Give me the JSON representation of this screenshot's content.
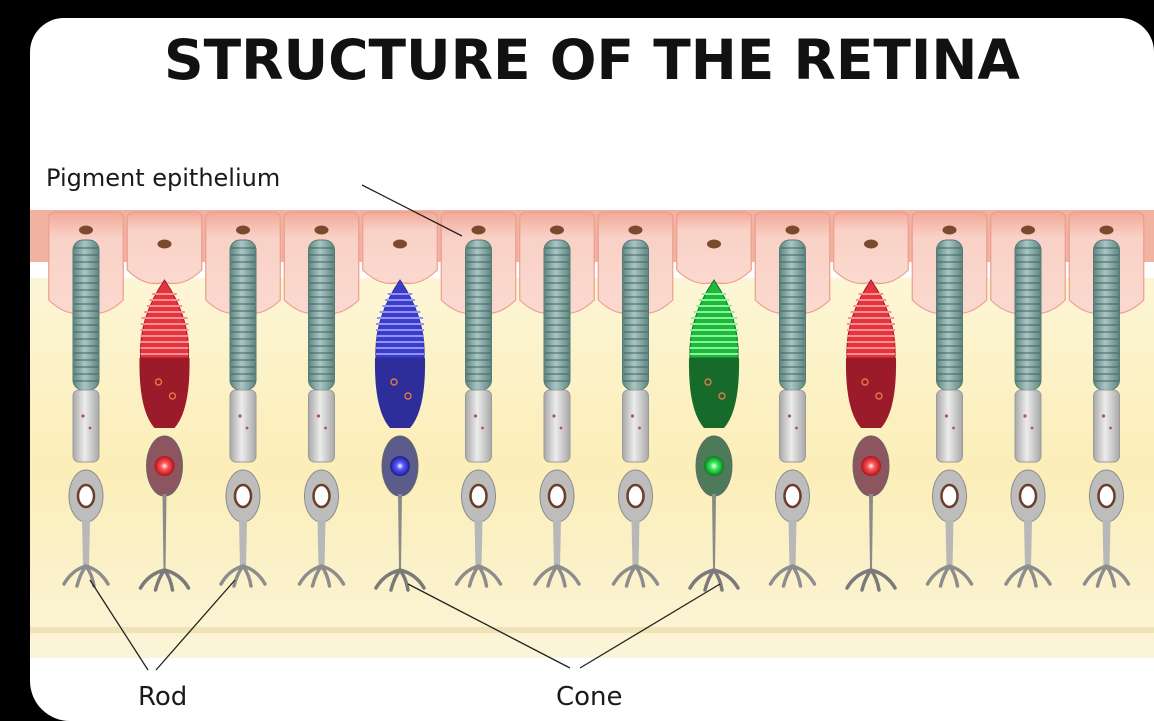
{
  "title": "STRUCTURE OF THE RETINA",
  "labels": {
    "pigment_epithelium": "Pigment epithelium",
    "rod": "Rod",
    "cone": "Cone"
  },
  "cells": [
    {
      "type": "rod"
    },
    {
      "type": "cone",
      "color": "red"
    },
    {
      "type": "rod"
    },
    {
      "type": "rod"
    },
    {
      "type": "cone",
      "color": "blue"
    },
    {
      "type": "rod"
    },
    {
      "type": "rod"
    },
    {
      "type": "rod"
    },
    {
      "type": "cone",
      "color": "green"
    },
    {
      "type": "rod"
    },
    {
      "type": "cone",
      "color": "red"
    },
    {
      "type": "rod"
    },
    {
      "type": "rod"
    },
    {
      "type": "rod"
    }
  ],
  "colors": {
    "background": "#000000",
    "panel": "#ffffff",
    "epithelium": "#f6c7b8",
    "epithelium_edge": "#e89a86",
    "retina_band": "#fbf1c4",
    "rod_stack": "#7fa3a0",
    "rod_body": "#c9c9c9",
    "cone_red": "#e0323b",
    "cone_blue": "#3d3fc0",
    "cone_green": "#1fb83a"
  }
}
